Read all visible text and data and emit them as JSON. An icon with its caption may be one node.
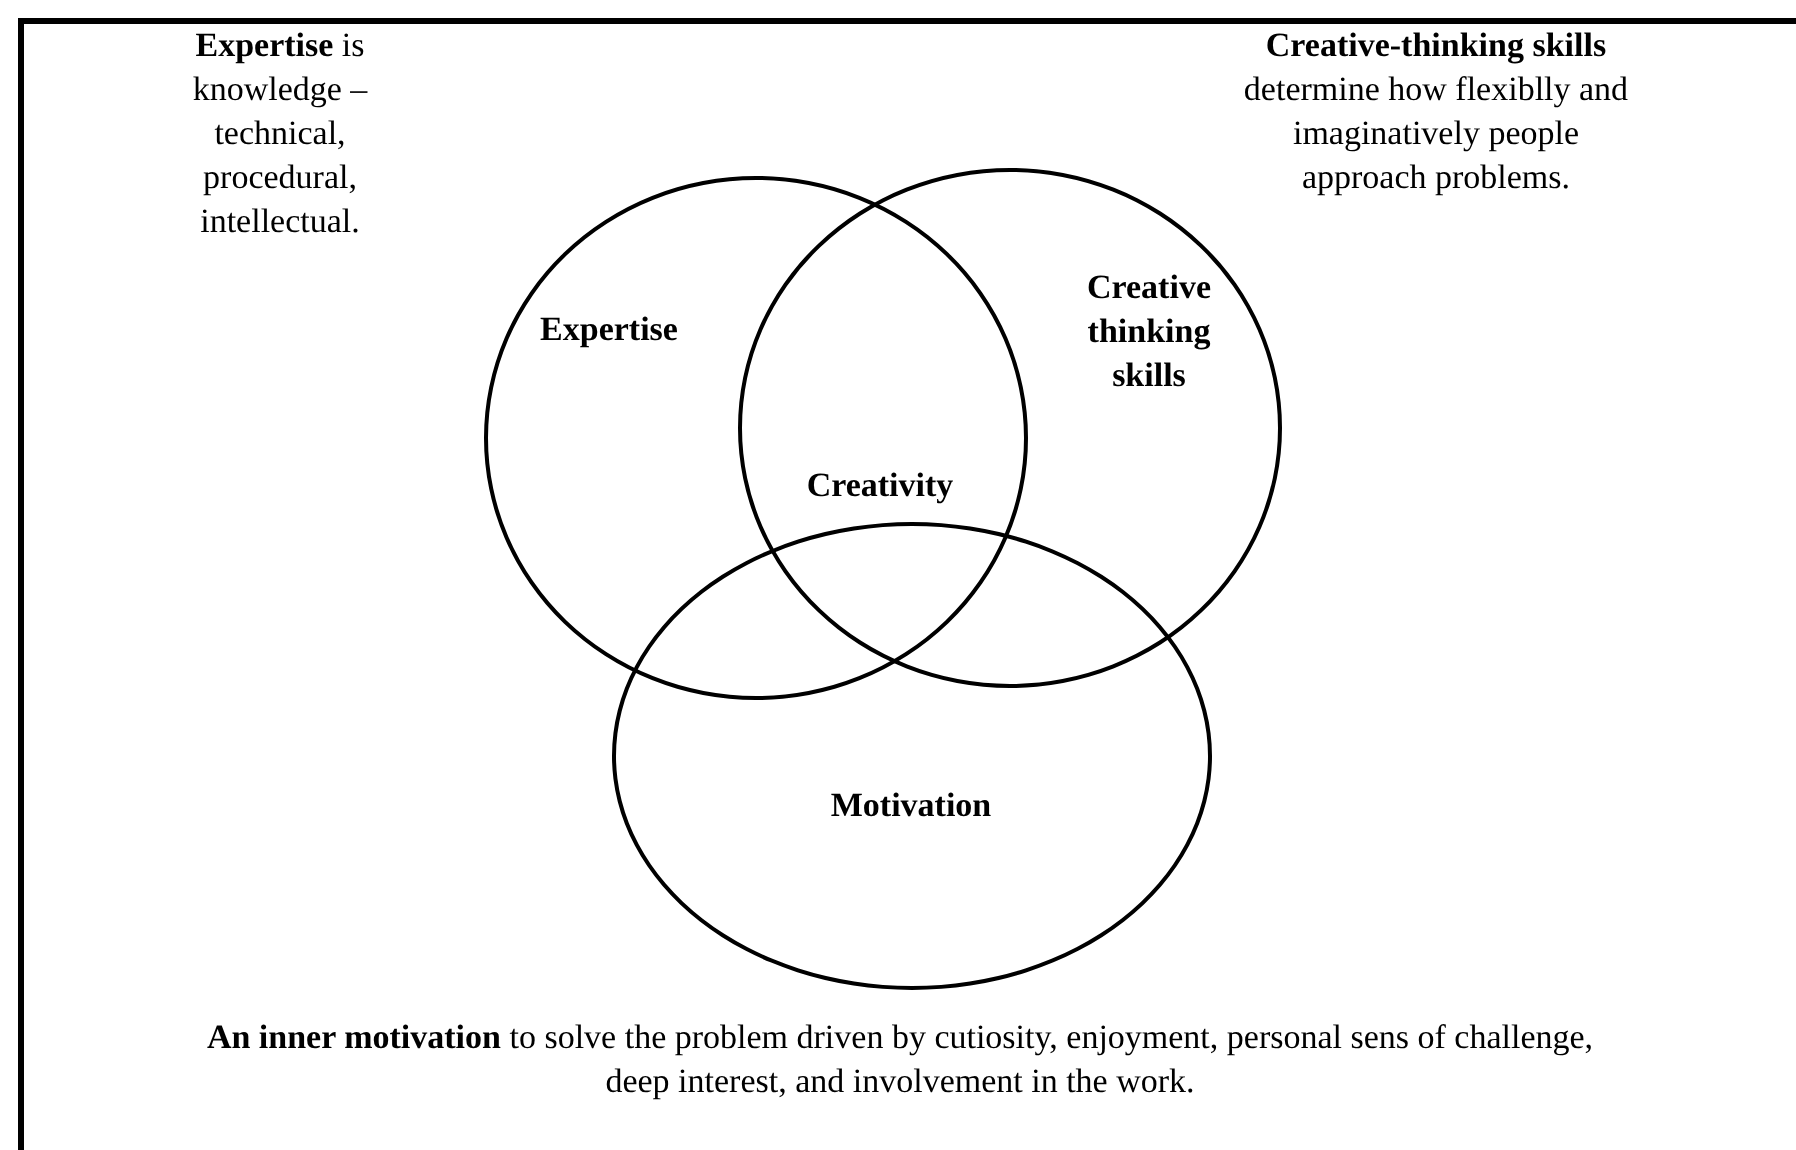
{
  "diagram": {
    "nodes": [
      {
        "text": [
          "Expertise"
        ]
      },
      {
        "text": [
          "Creative thinking skills"
        ]
      },
      {
        "text": [
          "Motivation"
        ]
      }
    ],
    "labels": [
      "Creativity",
      "**Expertise** is knowledge – technical, procedural, intellectual.",
      "**Creative-thinking skills** determine how flexiblly and imaginatively people approach problems.",
      "**An inner motivation** to solve the problem driven by cutiosity, enjoyment, personal sens of challenge, deep interest, and involvement in the work."
    ]
  }
}
